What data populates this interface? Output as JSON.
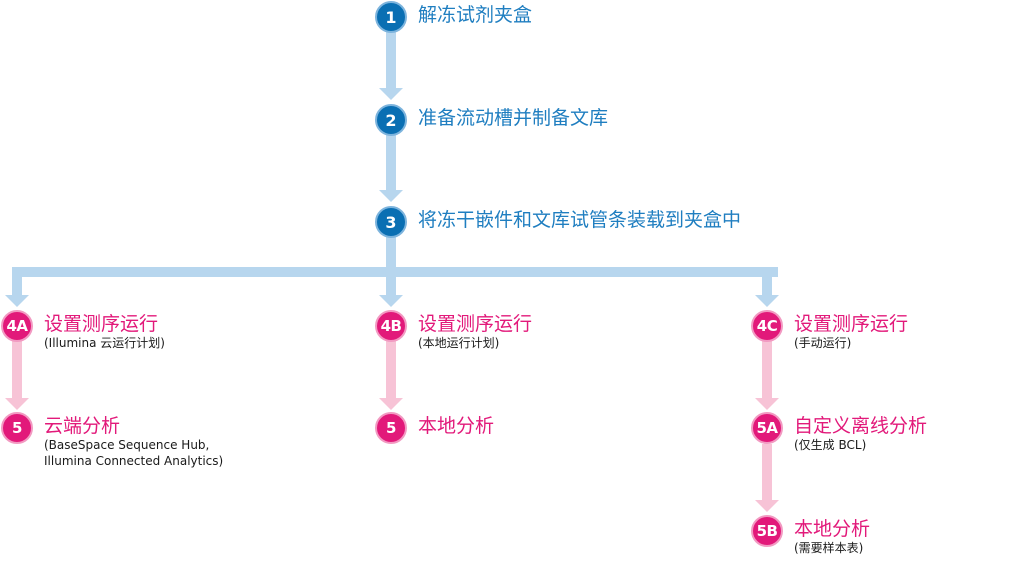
{
  "colors": {
    "blue_badge": "#0a6fb3",
    "blue_text": "#1f7ec0",
    "blue_connector": "#b7d6ee",
    "pink_badge": "#e2197a",
    "pink_connector": "#f7c3d6"
  },
  "steps": {
    "s1": {
      "badge": "1",
      "title": "解冻试剂夹盒"
    },
    "s2": {
      "badge": "2",
      "title": "准备流动槽并制备文库"
    },
    "s3": {
      "badge": "3",
      "title": "将冻干嵌件和文库试管条装载到夹盒中"
    },
    "s4a": {
      "badge": "4A",
      "title": "设置测序运行",
      "subtitle": "(Illumina 云运行计划)"
    },
    "s5_cloud": {
      "badge": "5",
      "title": "云端分析",
      "subtitle_lines": [
        "(BaseSpace Sequence Hub,",
        "Illumina Connected Analytics)"
      ]
    },
    "s4b": {
      "badge": "4B",
      "title": "设置测序运行",
      "subtitle": "(本地运行计划)"
    },
    "s5_local": {
      "badge": "5",
      "title": "本地分析"
    },
    "s4c": {
      "badge": "4C",
      "title": "设置测序运行",
      "subtitle": "(手动运行)"
    },
    "s5a": {
      "badge": "5A",
      "title": "自定义离线分析",
      "subtitle": "(仅生成 BCL)"
    },
    "s5b": {
      "badge": "5B",
      "title": "本地分析",
      "subtitle": "(需要样本表)"
    }
  }
}
